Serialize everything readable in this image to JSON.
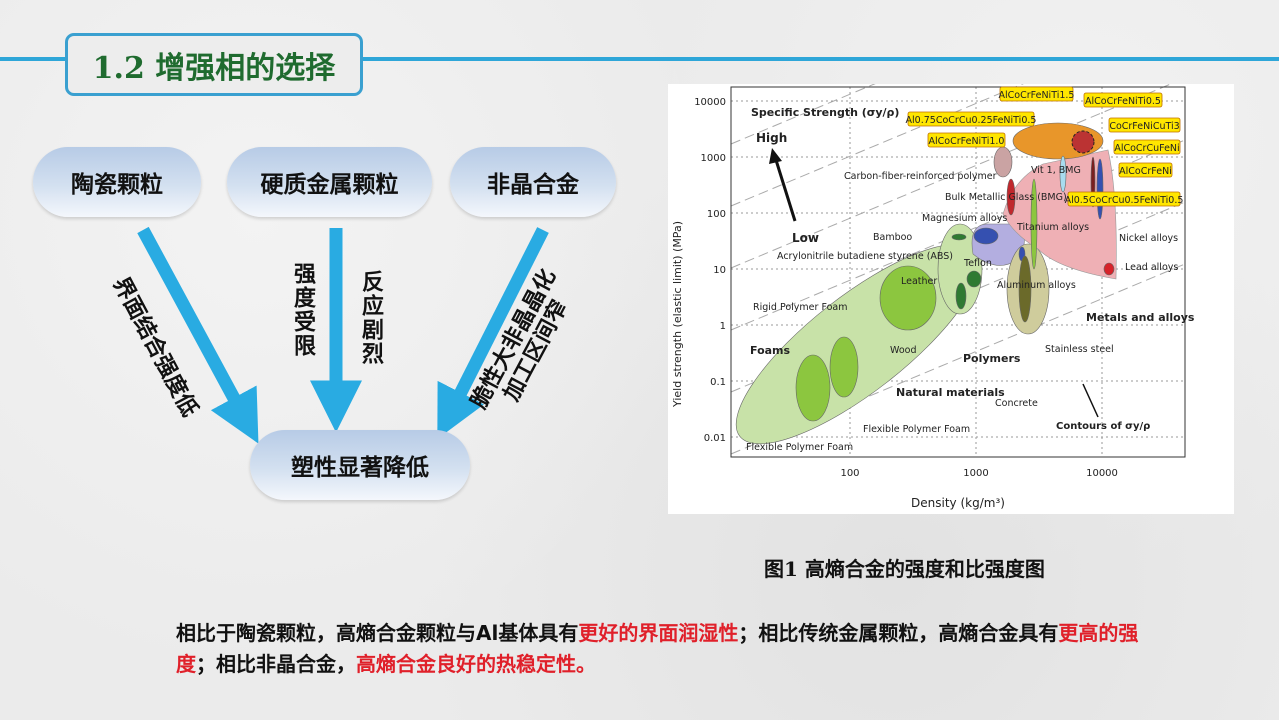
{
  "header": {
    "title": "1.2  增强相的选择"
  },
  "diagram": {
    "sources": [
      "陶瓷颗粒",
      "硬质金属颗粒",
      "非晶合金"
    ],
    "result": "塑性显著降低",
    "reasons": {
      "ceramic": "界面结合强度低",
      "metal_left": "强度受限",
      "metal_right": "反应剧烈",
      "amorphous_line1": "脆性大非晶晶化",
      "amorphous_line2": "加工区间窄"
    },
    "arrow_color": "#29abe2"
  },
  "chart_data": {
    "type": "scatter",
    "xlabel": "Density (kg/m³)",
    "ylabel": "Yield strength (elastic limit) (MPa)",
    "x_scale": "log",
    "y_scale": "log",
    "x_ticks": [
      "100",
      "1000",
      "10000"
    ],
    "y_ticks": [
      "10000",
      "1000",
      "100",
      "10",
      "1",
      "0.1",
      "0.01"
    ],
    "grid": true,
    "annotations": {
      "specific_strength": "Specific Strength (σy/ρ)",
      "high": "High",
      "low": "Low",
      "contours": "Contours of σy/ρ"
    },
    "hea_labels": [
      "AlCoCrFeNiTi1.5",
      "AlCoCrFeNiTi0.5",
      "Al0.75CoCrCu0.25FeNiTi0.5",
      "CoCrFeNiCuTi3",
      "AlCoCrFeNiTi1.0",
      "AlCoCrCuFeNi",
      "AlCoCrFeNi",
      "Al0.5CoCrCu0.5FeNiTi0.5"
    ],
    "material_labels": [
      "Carbon-fiber-reinforced polymer",
      "Vit 1, BMG",
      "Bulk Metallic Glass (BMG)",
      "Magnesium alloys",
      "Titanium alloys",
      "Nickel alloys",
      "Bamboo",
      "Acrylonitrile butadiene styrene (ABS)",
      "Teflon",
      "Lead alloys",
      "Leather",
      "Aluminum alloys",
      "Rigid Polymer Foam",
      "Metals and alloys",
      "Foams",
      "Wood",
      "Polymers",
      "Stainless steel",
      "Natural materials",
      "Concrete",
      "Flexible Polymer Foam",
      "Flexible Polymer Foam"
    ],
    "colors": {
      "hea_label_bg": "#ffe600",
      "hea_region": "#e8962a",
      "metals": "#efb0b5",
      "foams": "#c8e2a8",
      "polymers": "#b3aee0"
    }
  },
  "figure_caption": "图1 高熵合金的强度和比强度图",
  "summary": {
    "p1": "相比于陶瓷颗粒，高熵合金颗粒与Al基体具有",
    "h1": "更好的界面润湿性",
    "p2": "；相比传统金属颗粒，高熵合金具有",
    "h2": "更高的强度",
    "p3": "；相比非晶合金，",
    "h3": "高熵合金良好的热稳定性。",
    "highlight_color": "#e0202a"
  }
}
